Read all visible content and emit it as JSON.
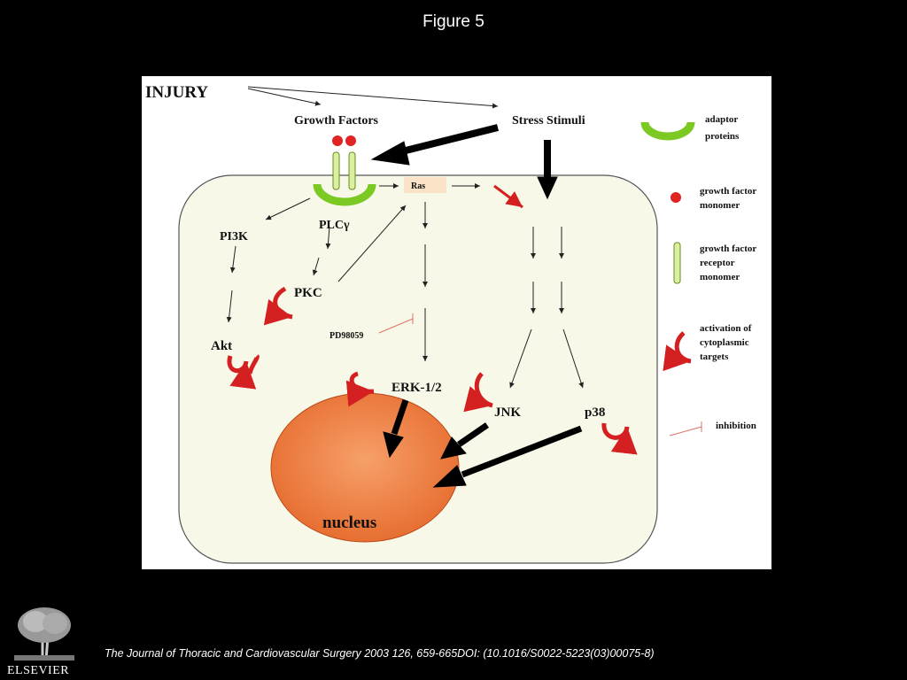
{
  "figure_title": "Figure 5",
  "diagram": {
    "injury": "INJURY",
    "growth_factors": "Growth Factors",
    "stress_stimuli": "Stress Stimuli",
    "ras": "Ras",
    "pi3k": "PI3K",
    "plc": "PLCγ",
    "pkc": "PKC",
    "akt": "Akt",
    "pd98059": "PD98059",
    "erk": "ERK-1/2",
    "jnk": "JNK",
    "p38": "p38",
    "nucleus": "nucleus"
  },
  "legend": {
    "adaptor": [
      "adaptor",
      "proteins"
    ],
    "gf_monomer": [
      "growth factor",
      "monomer"
    ],
    "receptor": [
      "growth factor",
      "receptor",
      "monomer"
    ],
    "activation": [
      "activation of",
      "cytoplasmic",
      "targets"
    ],
    "inhibition": [
      "inhibition"
    ]
  },
  "caption": "The Journal of Thoracic and Cardiovascular Surgery 2003 126, 659-665DOI: (10.1016/S0022-5223(03)00075-8)",
  "publisher": "ELSEVIER",
  "colors": {
    "cell": "#f8f8e8",
    "nucleus": "#ee7a3a",
    "adaptor": "#7cc924",
    "activation": "#e02424",
    "ras_box": "#fbe3c8"
  }
}
